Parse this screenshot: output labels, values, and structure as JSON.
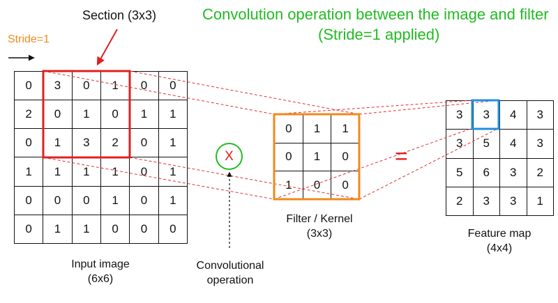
{
  "title": {
    "line1": "Convolution operation between the image and filter",
    "line2": "(Stride=1 applied)"
  },
  "annotations": {
    "section": "Section (3x3)",
    "stride": "Stride=1",
    "multiply": "X",
    "equals": "="
  },
  "input_image": {
    "label": "Input image",
    "size": "(6x6)",
    "values": [
      [
        0,
        3,
        0,
        1,
        0,
        0
      ],
      [
        2,
        0,
        1,
        0,
        1,
        1
      ],
      [
        0,
        1,
        3,
        2,
        0,
        1
      ],
      [
        1,
        1,
        1,
        1,
        0,
        1
      ],
      [
        0,
        0,
        0,
        1,
        0,
        1
      ],
      [
        0,
        1,
        1,
        0,
        0,
        0
      ]
    ]
  },
  "filter": {
    "label": "Filter / Kernel",
    "size": "(3x3)",
    "values": [
      [
        0,
        1,
        1
      ],
      [
        0,
        1,
        0
      ],
      [
        1,
        0,
        0
      ]
    ]
  },
  "feature_map": {
    "label": "Feature map",
    "size": "(4x4)",
    "values": [
      [
        3,
        3,
        4,
        3
      ],
      [
        3,
        5,
        4,
        3
      ],
      [
        5,
        6,
        3,
        2
      ],
      [
        2,
        3,
        3,
        1
      ]
    ]
  },
  "convolutional_operation": {
    "line1": "Convolutional",
    "line2": "operation"
  },
  "colors": {
    "title": "#22bb22",
    "section_box": "#e02020",
    "section_arrow": "#e02020",
    "stride_text": "#f08a1c",
    "filter_border": "#f08a1c",
    "output_highlight": "#1e90e0",
    "multiply_circle": "#22bb22",
    "multiply_x": "#e02020",
    "equals": "#e02020",
    "guide_lines": "#e03030"
  }
}
